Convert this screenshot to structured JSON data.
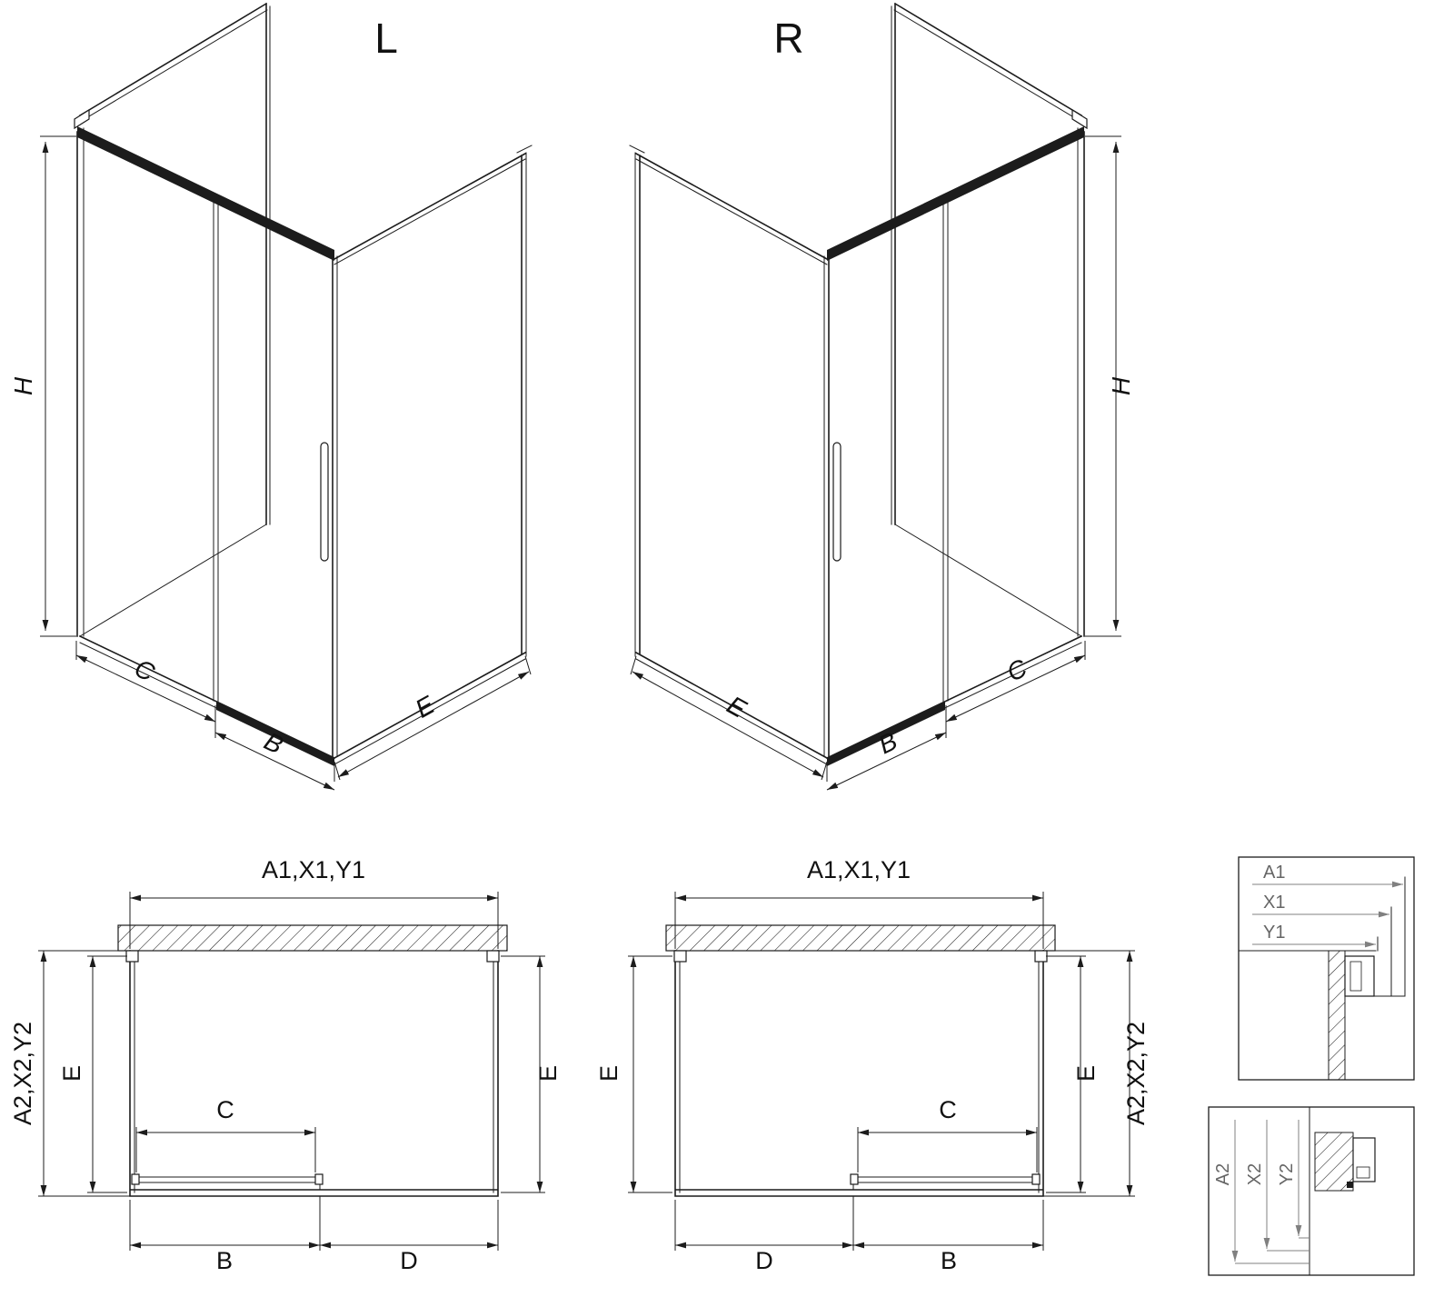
{
  "iso_left": {
    "variant_label": "L",
    "dim_height": "H",
    "dim_c": "C",
    "dim_b": "B",
    "dim_e": "E"
  },
  "iso_right": {
    "variant_label": "R",
    "dim_height": "H",
    "dim_c": "C",
    "dim_b": "B",
    "dim_e": "E"
  },
  "plan_left": {
    "dim_width": "A1,X1,Y1",
    "dim_depth": "A2,X2,Y2",
    "dim_e_left": "E",
    "dim_e_right": "E",
    "dim_c": "C",
    "dim_b": "B",
    "dim_d": "D"
  },
  "plan_right": {
    "dim_width": "A1,X1,Y1",
    "dim_depth": "A2,X2,Y2",
    "dim_e_left": "E",
    "dim_e_right": "E",
    "dim_c": "C",
    "dim_b": "B",
    "dim_d": "D"
  },
  "detail_top": {
    "dim_a1": "A1",
    "dim_x1": "X1",
    "dim_y1": "Y1"
  },
  "detail_bottom": {
    "dim_a2": "A2",
    "dim_x2": "X2",
    "dim_y2": "Y2"
  },
  "colors": {
    "line": "#1c1c1c",
    "background": "#ffffff",
    "detail_dim": "#777777"
  }
}
